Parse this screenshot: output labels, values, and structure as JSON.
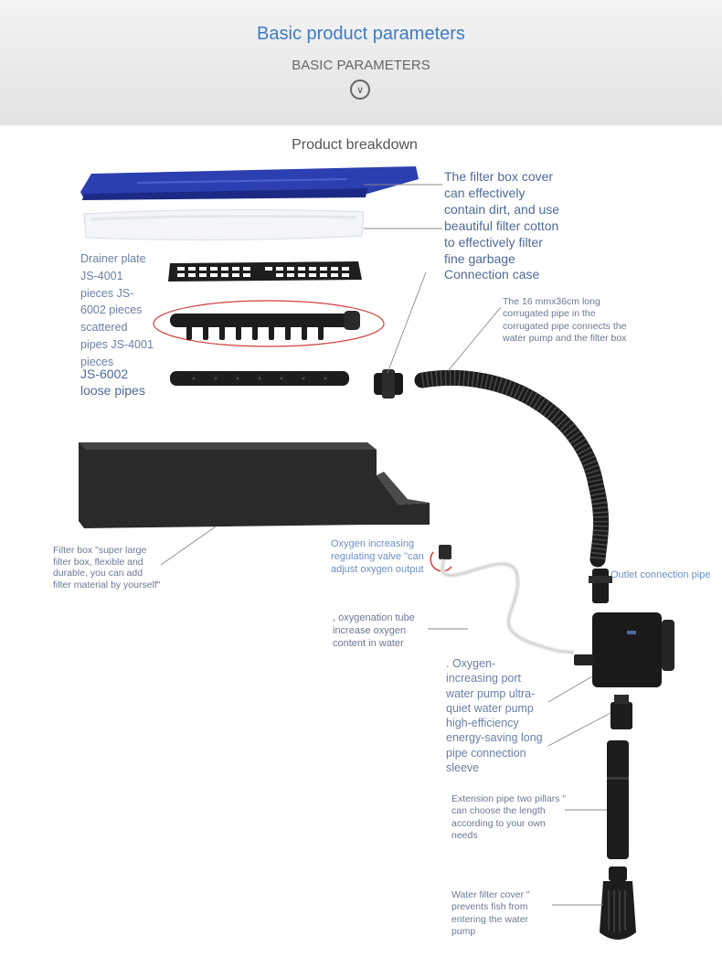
{
  "header": {
    "title": "Basic product parameters",
    "subtitle": "BASIC PARAMETERS",
    "chevron_icon": "chevron-down-icon"
  },
  "section_title": "Product breakdown",
  "labels": {
    "filter_box_cover": "The filter box cover can effectively contain dirt, and use beautiful filter cotton to effectively filter fine garbage Connection case",
    "drainer_plate": "Drainer plate JS-4001 pieces JS-6002 pieces scattered pipes JS-4001 pieces",
    "loose_pipes": "JS-6002 loose pipes",
    "corrugated_pipe": "The 16 mmx36cm long corrugated pipe in the corrugated pipe connects the water pump and the filter box",
    "filter_box": "Filter box \"super large filter box, flexible and durable, you can add filter material by yourself\"",
    "oxygen_valve": "Oxygen increasing regulating valve \"can adjust oxygen output",
    "outlet_pipe": "Outlet connection pipe",
    "oxygenation_tube": ", oxygenation tube increase oxygen content in water",
    "water_pump": ". Oxygen-increasing port water pump ultra-quiet water pump high-efficiency energy-saving long pipe connection sleeve",
    "extension_pipe": "Extension pipe two pillars \" can choose the length according to your own needs",
    "water_filter_cover": "Water filter cover \" prevents fish from entering the water pump"
  },
  "colors": {
    "header_title": "#3f7cc4",
    "cover_blue": "#2b3fb0",
    "parts_black": "#1c1c1c",
    "highlight_ring": "#d04040",
    "label_text": "#5a6e90"
  }
}
